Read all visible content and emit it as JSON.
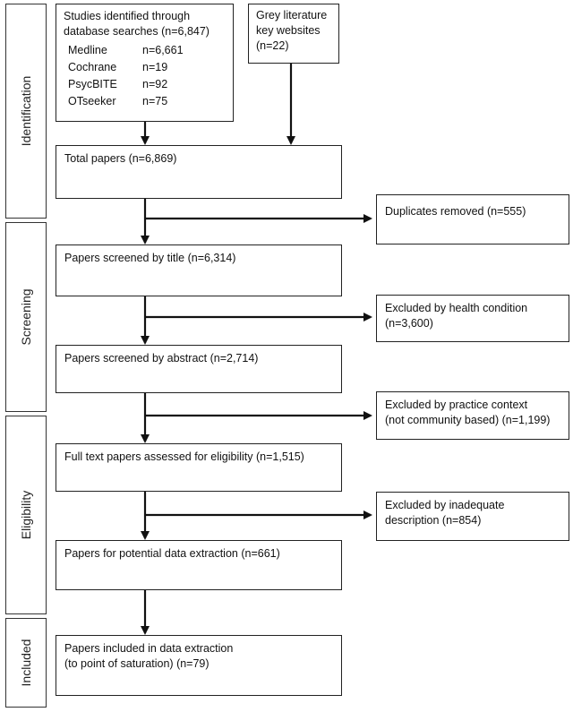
{
  "phases": [
    "Identification",
    "Screening",
    "Eligibility",
    "Included"
  ],
  "database_searches": {
    "title_line1": "Studies identified through",
    "title_line2": "database searches (n=6,847)",
    "sources": [
      {
        "name": "Medline",
        "count": "n=6,661"
      },
      {
        "name": "Cochrane",
        "count": "n=19"
      },
      {
        "name": "PsycBITE",
        "count": "n=92"
      },
      {
        "name": "OTseeker",
        "count": "n=75"
      }
    ]
  },
  "grey_literature": {
    "line1": "Grey literature",
    "line2": "key websites",
    "line3": "(n=22)"
  },
  "main_flow": {
    "total": "Total papers (n=6,869)",
    "title_screen": "Papers screened by title (n=6,314)",
    "abstract_screen": "Papers screened by abstract (n=2,714)",
    "full_text": "Full text papers assessed for eligibility (n=1,515)",
    "potential": "Papers for potential data extraction (n=661)",
    "included_line1": "Papers included in data extraction",
    "included_line2": "(to point of saturation) (n=79)"
  },
  "exclusions": {
    "duplicates": "Duplicates removed (n=555)",
    "health_line1": "Excluded by health condition",
    "health_line2": "(n=3,600)",
    "practice_line1": "Excluded by practice context",
    "practice_line2": "(not community based) (n=1,199)",
    "inadequate_line1": "Excluded by inadequate",
    "inadequate_line2": "description (n=854)"
  }
}
